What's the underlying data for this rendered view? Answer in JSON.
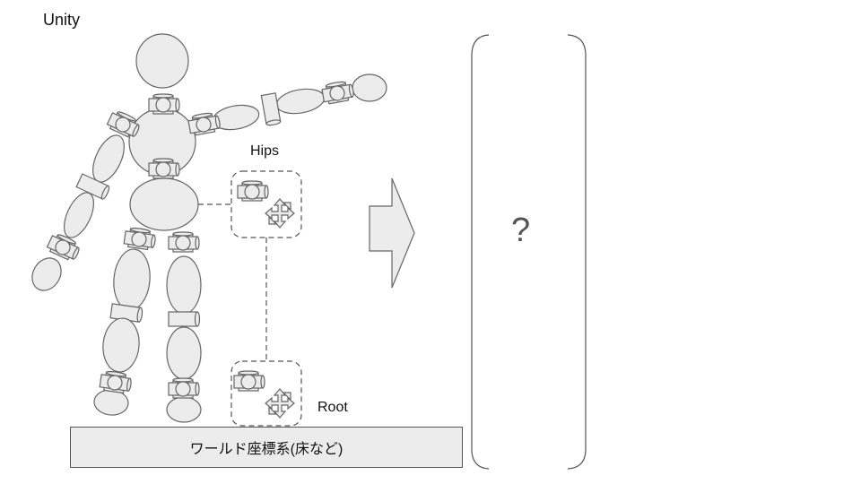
{
  "title": "Unity",
  "labels": {
    "hips": "Hips",
    "root": "Root"
  },
  "floor": {
    "label": "ワールド座標系(床など)"
  },
  "result_panel": {
    "content": "?"
  },
  "icons": {
    "joint": "joint-cylinder-icon",
    "move": "move-arrows-icon",
    "arrow": "right-arrow-icon"
  },
  "colors": {
    "fill": "#ececec",
    "stroke": "#666666",
    "text": "#111111"
  }
}
